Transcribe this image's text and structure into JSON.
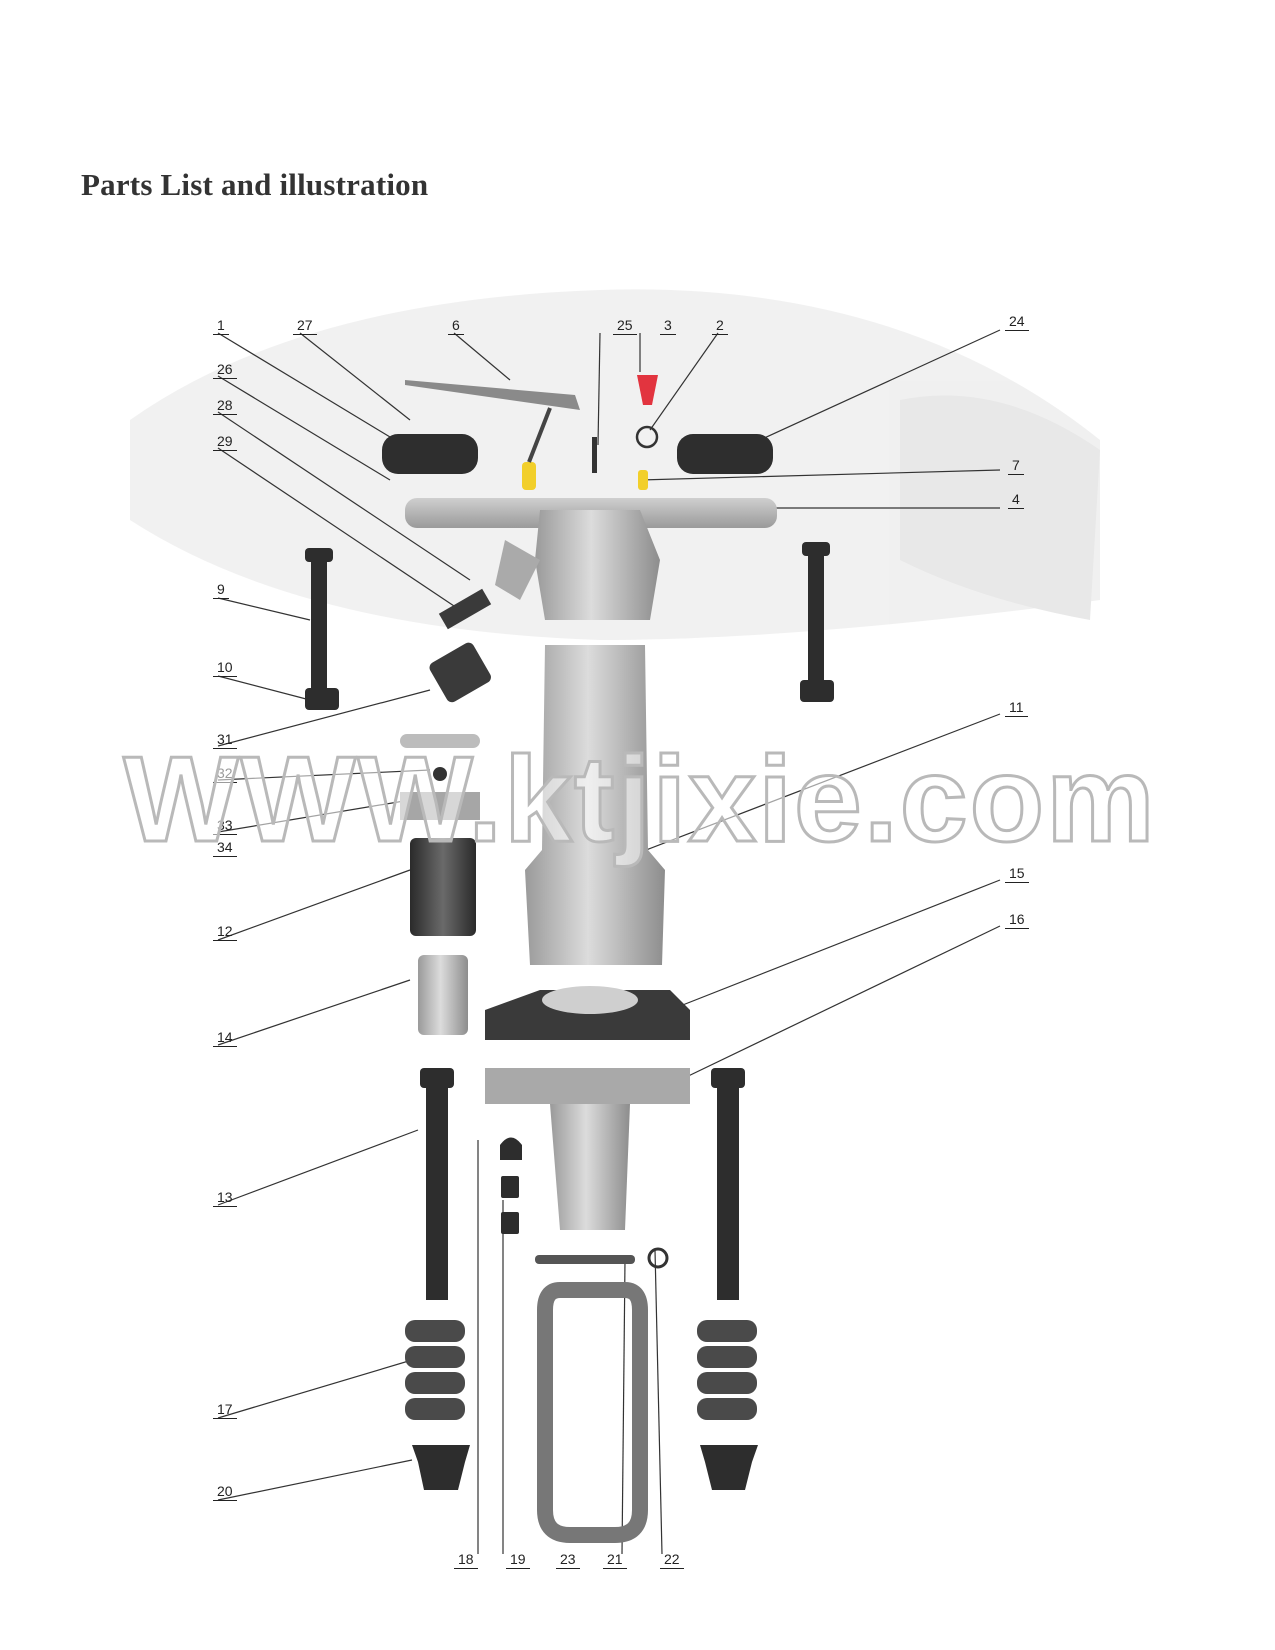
{
  "page": {
    "title": "Parts List and illustration",
    "watermark": "WWW.ktjixie.com"
  },
  "callouts": [
    "1",
    "27",
    "6",
    "25",
    "3",
    "2",
    "24",
    "26",
    "28",
    "29",
    "7",
    "4",
    "9",
    "10",
    "11",
    "31",
    "32",
    "33",
    "34",
    "12",
    "15",
    "16",
    "14",
    "13",
    "17",
    "20",
    "18",
    "19",
    "23",
    "21",
    "22"
  ],
  "colors": {
    "red_cap": "#e2343f",
    "yellow_fitting": "#f2cf2a",
    "metal": "#b9b9b9",
    "dark": "#3c3c3c"
  }
}
